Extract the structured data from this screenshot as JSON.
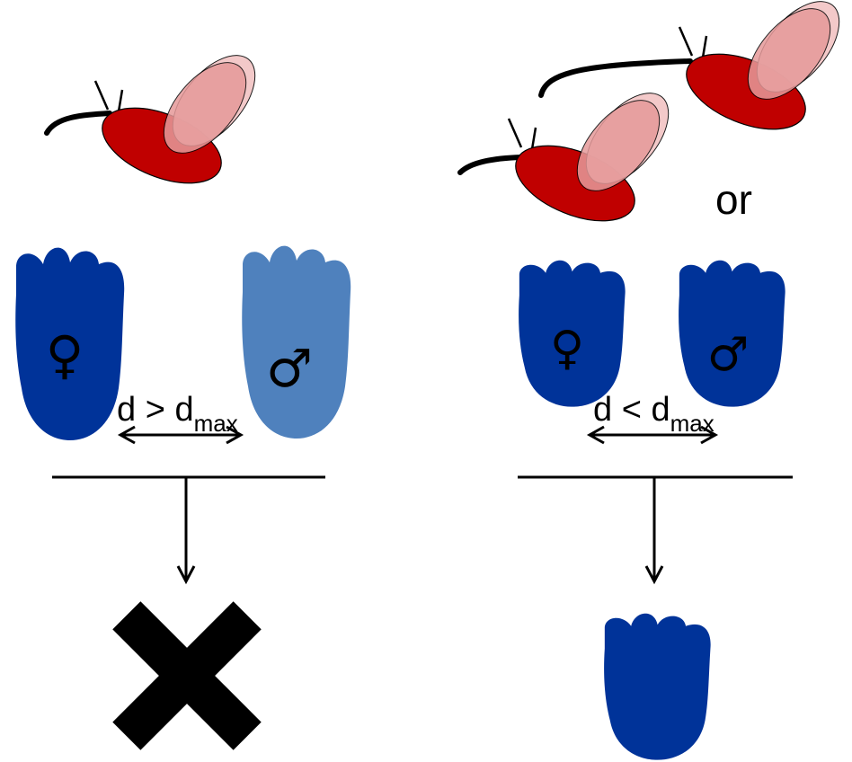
{
  "colors": {
    "fly_body": "#c00000",
    "fly_wing": "#e8a0a0",
    "flower_dark": "#003399",
    "flower_light": "#4f81bd",
    "line": "#000000"
  },
  "left_panel": {
    "female_symbol": "♀",
    "male_symbol": "♂",
    "distance_label": "d > d",
    "distance_subscript": "max",
    "outcome_icon": "cross-icon"
  },
  "right_panel": {
    "or_label": "or",
    "female_symbol": "♀",
    "male_symbol": "♂",
    "distance_label": "d < d",
    "distance_subscript": "max",
    "outcome_icon": "flower-icon"
  }
}
